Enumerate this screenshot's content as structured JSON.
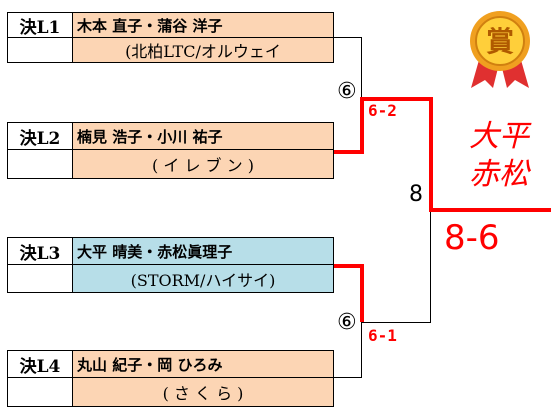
{
  "matches": [
    {
      "id": "決L1",
      "names": "木本 直子・蒲谷 洋子",
      "club": "(北柏LTC/オルウェイ"
    },
    {
      "id": "決L2",
      "names": "楠見 浩子・小川 祐子",
      "club": "( イ レ ブ ン )"
    },
    {
      "id": "決L3",
      "names": "大平 晴美・赤松眞理子",
      "club": "(STORM/ハイサイ)"
    },
    {
      "id": "決L4",
      "names": "丸山 紀子・岡 ひろみ",
      "club": "( さ く ら )"
    }
  ],
  "semis": [
    {
      "round": "⑥",
      "score": "6-2"
    },
    {
      "round": "⑥",
      "score": "6-1"
    }
  ],
  "final": {
    "round": "8",
    "score": "8-6",
    "winner_line1": "大平",
    "winner_line2": "赤松"
  },
  "award": {
    "label": "賞"
  },
  "colors": {
    "peach": "#fcd5b4",
    "blue": "#b7dee8",
    "red": "#ff0000"
  }
}
